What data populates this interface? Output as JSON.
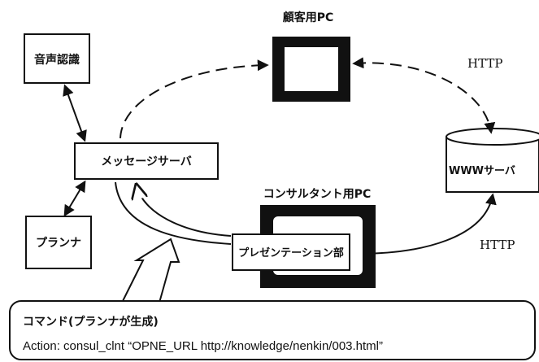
{
  "nodes": {
    "speech_recognition": "音声認識",
    "message_server": "メッセージサーバ",
    "planner": "プランナ",
    "customer_pc": "顧客用PC",
    "consultant_pc": "コンサルタント用PC",
    "presentation": "プレゼンテーション部",
    "www_server": "WWWサーバ"
  },
  "protocols": {
    "top": "HTTP",
    "bottom": "HTTP"
  },
  "callout": {
    "title": "コマンド(プランナが生成)",
    "action": "Action: consul_clnt “OPNE_URL http://knowledge/nenkin/003.html”"
  },
  "colors": {
    "ink": "#111111",
    "background": "#ffffff"
  }
}
